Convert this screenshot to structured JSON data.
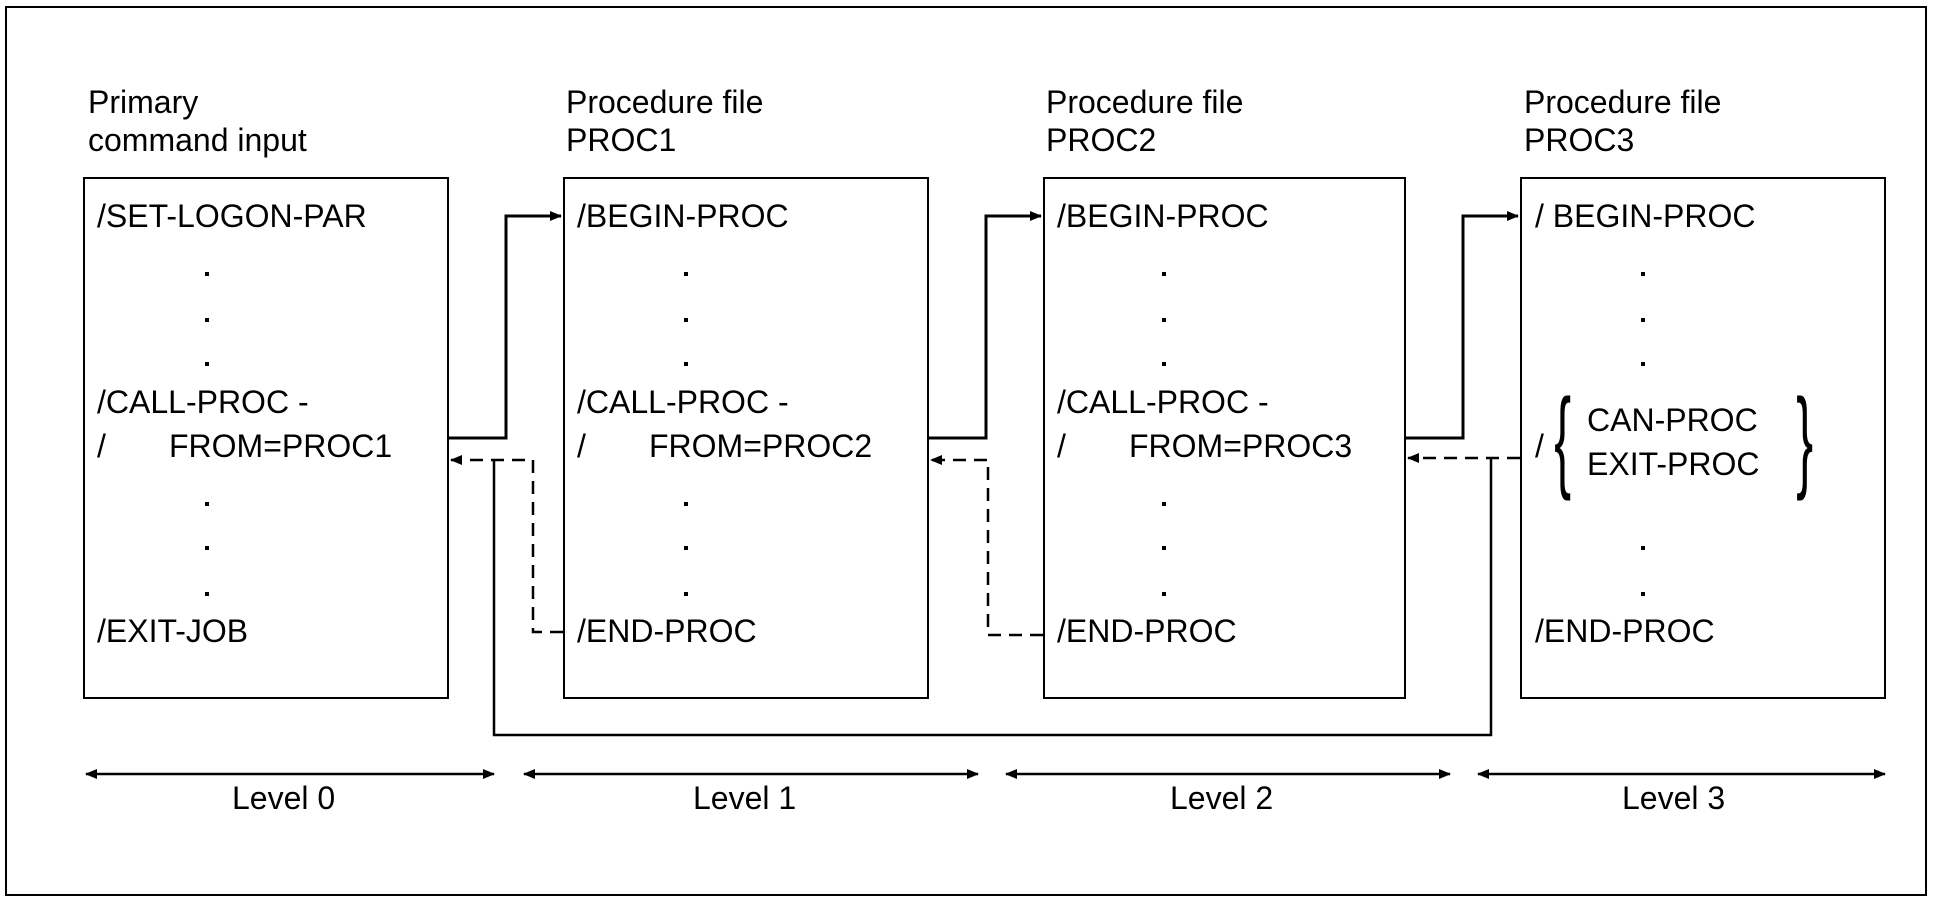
{
  "columns": [
    {
      "header": [
        "Primary",
        "command input"
      ],
      "lines": [
        "/SET-LOGON-PAR",
        "/CALL-PROC  -",
        "/",
        "FROM=PROC1",
        "/EXIT-JOB"
      ],
      "level": "Level 0"
    },
    {
      "header": [
        "Procedure file",
        "PROC1"
      ],
      "lines": [
        "/BEGIN-PROC",
        "/CALL-PROC -",
        "/",
        "FROM=PROC2",
        "/END-PROC"
      ],
      "level": "Level 1"
    },
    {
      "header": [
        "Procedure file",
        "PROC2"
      ],
      "lines": [
        "/BEGIN-PROC",
        "/CALL-PROC  -",
        "/",
        "FROM=PROC3",
        "/END-PROC"
      ],
      "level": "Level 2"
    },
    {
      "header": [
        "Procedure file",
        "PROC3"
      ],
      "lines": [
        "/ BEGIN-PROC",
        "/",
        "CAN-PROC",
        "EXIT-PROC",
        "/END-PROC"
      ],
      "level": "Level 3"
    }
  ]
}
